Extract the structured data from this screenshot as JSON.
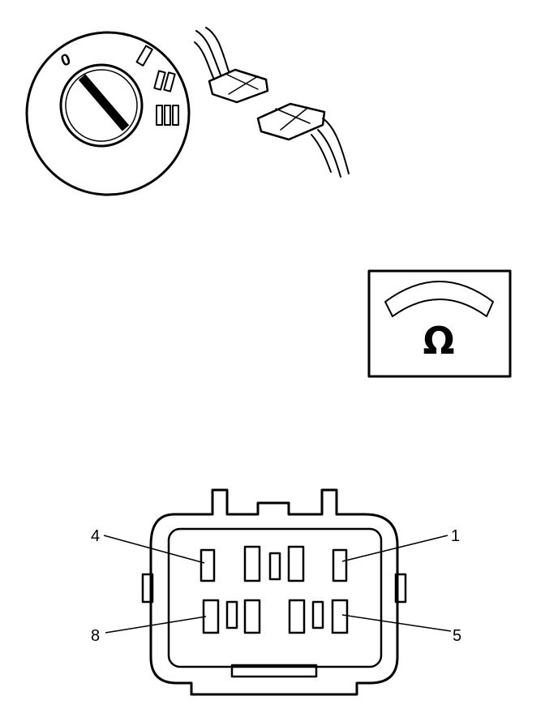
{
  "ignition_switch": {
    "positions": [
      "0",
      "I",
      "II",
      "III"
    ]
  },
  "ohmmeter": {
    "symbol": "Ω"
  },
  "connector": {
    "pin_labels": {
      "top_left": "4",
      "top_right": "1",
      "bottom_left": "8",
      "bottom_right": "5"
    }
  }
}
